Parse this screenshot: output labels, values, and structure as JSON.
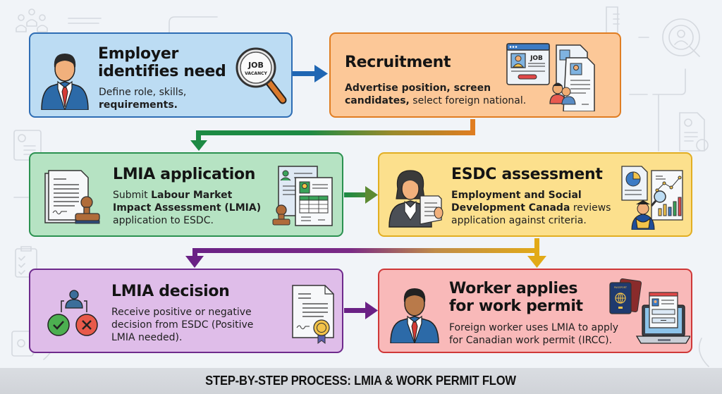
{
  "diagram": {
    "footer_title": "STEP-BY-STEP PROCESS: LMIA & WORK PERMIT FLOW",
    "steps": [
      {
        "title_line1": "Employer",
        "title_line2": "identifies need",
        "desc_line1": "Define role, skills,",
        "desc_line2_bold": "requirements.",
        "icon_left": "employer-person-icon",
        "icon_right": "job-vacancy-magnifier-icon",
        "icon_right_text_1": "JOB",
        "icon_right_text_2": "VACANCY",
        "color": "#2e6db4"
      },
      {
        "title": "Recruitment",
        "desc_line1_bold": "Advertise position, screen",
        "desc_line2_bold": "candidates,",
        "desc_line2_rest": " select foreign national.",
        "icon_right": "job-posting-resumes-icon",
        "icon_right_text": "JOB",
        "color": "#e07d22"
      },
      {
        "title": "LMIA application",
        "desc_line1_plain": "Submit ",
        "desc_line1_bold": "Labour Market",
        "desc_line2_bold": "Impact Assessment (LMIA)",
        "desc_line3": "application to ESDC.",
        "icon_left": "document-stamp-icon",
        "icon_right": "application-forms-icon",
        "color": "#2b9150"
      },
      {
        "title": "ESDC assessment",
        "desc_line1_bold": "Employment and Social",
        "desc_line2_bold": "Development Canada",
        "desc_line2_rest": " reviews",
        "desc_line3": "application against criteria.",
        "icon_left": "assessor-person-icon",
        "icon_right": "analytics-review-icon",
        "color": "#e2ae22"
      },
      {
        "title": "LMIA decision",
        "desc_line1": "Receive positive or negative",
        "desc_line2": "decision from ESDC (Positive",
        "desc_line3": "LMIA needed).",
        "icon_left": "decision-approve-reject-icon",
        "icon_right": "certificate-icon",
        "color": "#6e2a8c"
      },
      {
        "title_line1": "Worker applies",
        "title_line2": "for work permit",
        "desc_line1": "Foreign worker uses LMIA to apply",
        "desc_line2": "for Canadian work permit (IRCC).",
        "icon_left": "worker-person-icon",
        "icon_right": "passport-laptop-icon",
        "icon_right_text": "PASSPORT",
        "color": "#cf3838"
      }
    ],
    "connections": [
      {
        "from": "Employer identifies need",
        "to": "Recruitment"
      },
      {
        "from": "Recruitment",
        "to": "LMIA application"
      },
      {
        "from": "LMIA application",
        "to": "ESDC assessment"
      },
      {
        "from": "ESDC assessment",
        "to": "LMIA decision"
      },
      {
        "from": "ESDC assessment",
        "to": "Worker applies for work permit"
      },
      {
        "from": "LMIA decision",
        "to": "Worker applies for work permit"
      }
    ]
  }
}
